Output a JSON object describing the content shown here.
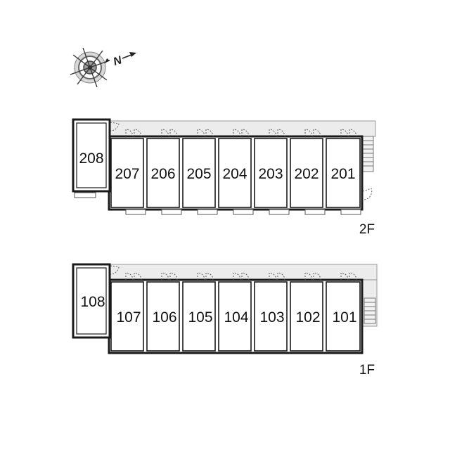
{
  "compass": {
    "north_label": "N",
    "icon": "compass-rose-icon"
  },
  "floors": [
    {
      "label": "2F",
      "units": [
        "208",
        "207",
        "206",
        "205",
        "204",
        "203",
        "202",
        "201"
      ]
    },
    {
      "label": "1F",
      "units": [
        "108",
        "107",
        "106",
        "105",
        "104",
        "103",
        "102",
        "101"
      ]
    }
  ],
  "colors": {
    "wall": "#1a1a1a",
    "corridor": "#ececec",
    "corridor_stroke": "#9a9a9a",
    "door": "#555555"
  }
}
